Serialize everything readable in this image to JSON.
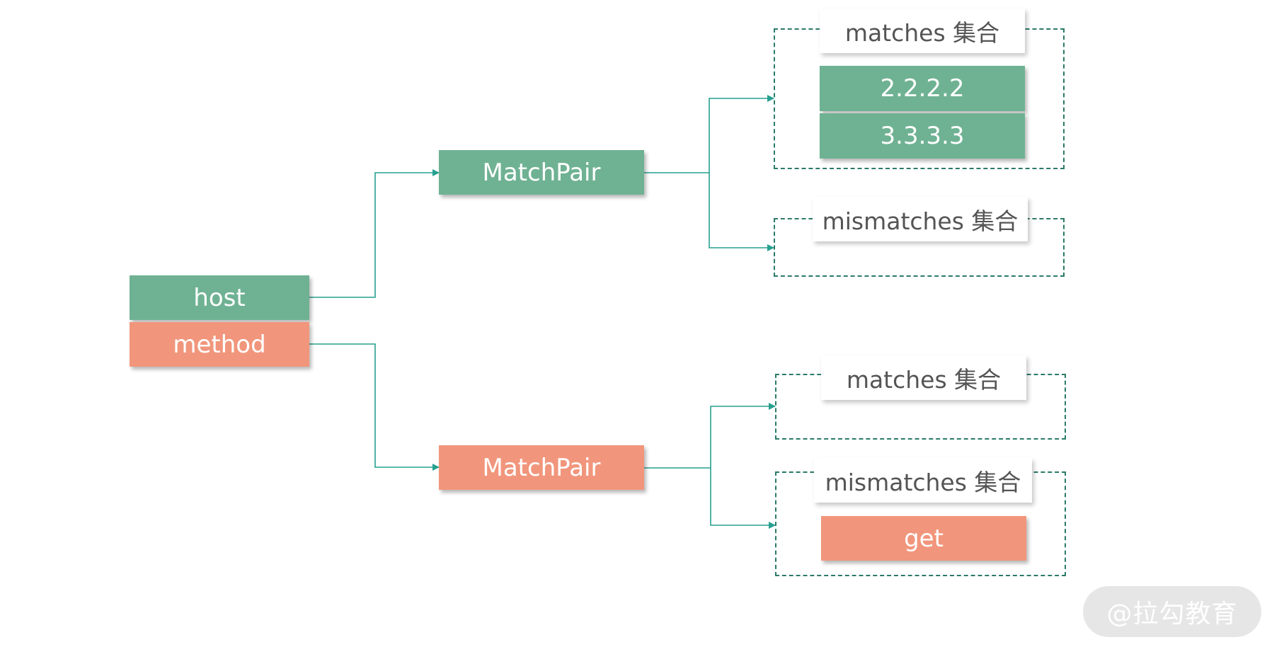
{
  "nodes": {
    "host": "host",
    "method": "method",
    "matchpair_top": "MatchPair",
    "matchpair_bottom": "MatchPair"
  },
  "groups": {
    "top_matches": {
      "title": "matches 集合",
      "items": [
        "2.2.2.2",
        "3.3.3.3"
      ]
    },
    "top_mismatches": {
      "title": "mismatches 集合",
      "items": []
    },
    "bottom_matches": {
      "title": "matches 集合",
      "items": []
    },
    "bottom_mismatches": {
      "title": "mismatches 集合",
      "items": [
        "get"
      ]
    }
  },
  "watermark": "@拉勾教育",
  "colors": {
    "green": "#6fb293",
    "salmon": "#f1967c",
    "connector": "#27a08f",
    "dashed_border": "#2b7a69",
    "card_text": "#545454"
  }
}
